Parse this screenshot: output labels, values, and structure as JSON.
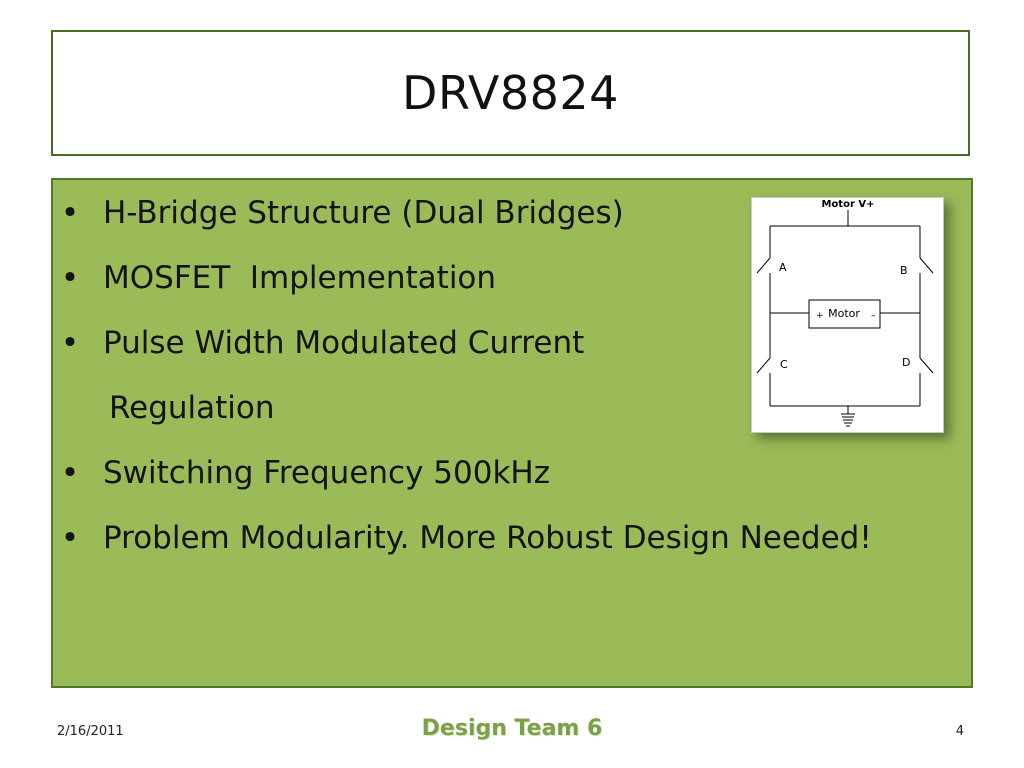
{
  "slide": {
    "title": "DRV8824",
    "bullets": [
      {
        "bullet": "•",
        "text": "H-Bridge Structure (Dual Bridges)"
      },
      {
        "bullet": "•",
        "text": "MOSFET  Implementation"
      },
      {
        "bullet": "•",
        "text": "Pulse Width Modulated Current"
      },
      {
        "bullet": "",
        "text": "Regulation"
      },
      {
        "bullet": "•",
        "text": "Switching Frequency 500kHz"
      },
      {
        "bullet": "•",
        "text": "Problem Modularity. More Robust Design Needed!"
      }
    ],
    "diagram": {
      "supply_label": "Motor V+",
      "motor_label": "Motor",
      "plus_sign": "+",
      "minus_sign": "–",
      "switch_a": "A",
      "switch_b": "B",
      "switch_c": "C",
      "switch_d": "D"
    }
  },
  "footer": {
    "date": "2/16/2011",
    "center": "Design Team 6",
    "page": "4"
  },
  "colors": {
    "content_fill": "#9bbb59",
    "content_border": "#4f7b28",
    "footer_text": "#7ca04a"
  }
}
